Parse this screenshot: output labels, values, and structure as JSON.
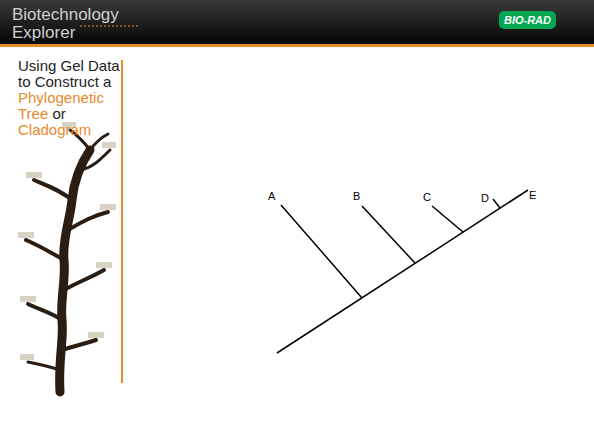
{
  "diagram": {
    "labels": [
      "Biotechnology",
      "Explorer",
      "BIO-RAD",
      "Using Gel Data to Construct a",
      "Phylogenetic Tree",
      "or",
      "Cladogram",
      "A",
      "B",
      "C",
      "D",
      "E"
    ]
  }
}
